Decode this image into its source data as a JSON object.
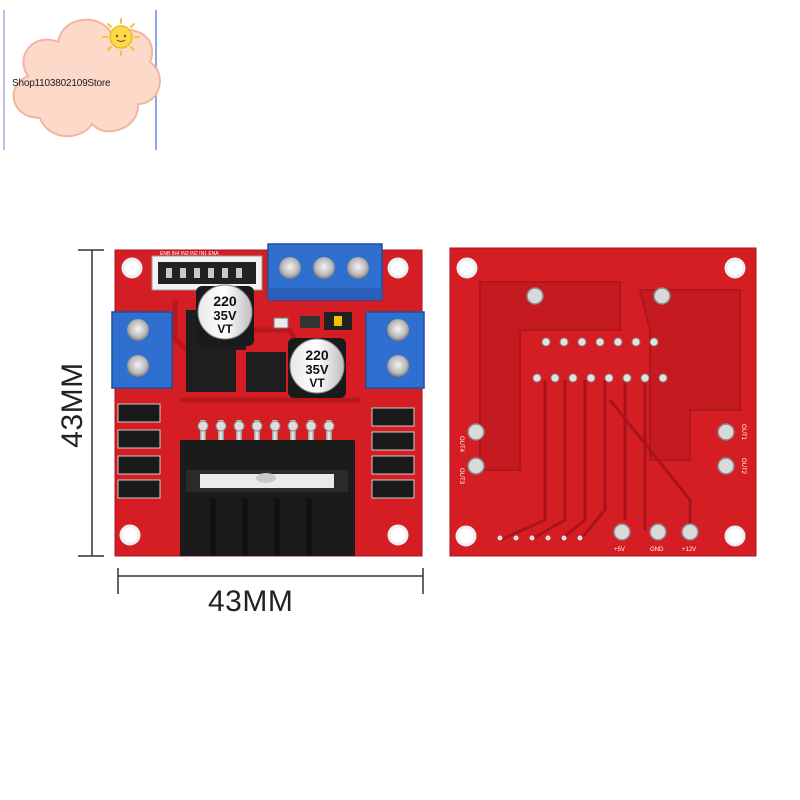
{
  "brand": {
    "shop_name": "Shop1103802109Store"
  },
  "dimensions": {
    "width_label": "43MM",
    "height_label": "43MM"
  },
  "front_board": {
    "capacitors": [
      {
        "line1": "220",
        "line2": "35V",
        "line3": "VT"
      },
      {
        "line1": "220",
        "line2": "35V",
        "line3": "VT"
      }
    ],
    "header_pins_label": "ENB IN4 IN3 IN2 IN1 ENA"
  },
  "back_board": {
    "labels": {
      "out4": "OUT4",
      "out3": "OUT3",
      "out1": "OUT1",
      "out2": "OUT2",
      "plus5v": "+5V",
      "gnd": "GND",
      "plus12v": "+12V"
    }
  },
  "colors": {
    "pcb_red": "#d41e24",
    "pcb_dark": "#a8141a",
    "terminal_blue": "#2f6fd0",
    "heatsink": "#1b1b1b",
    "logo_cloud": "#fcd9c9"
  }
}
